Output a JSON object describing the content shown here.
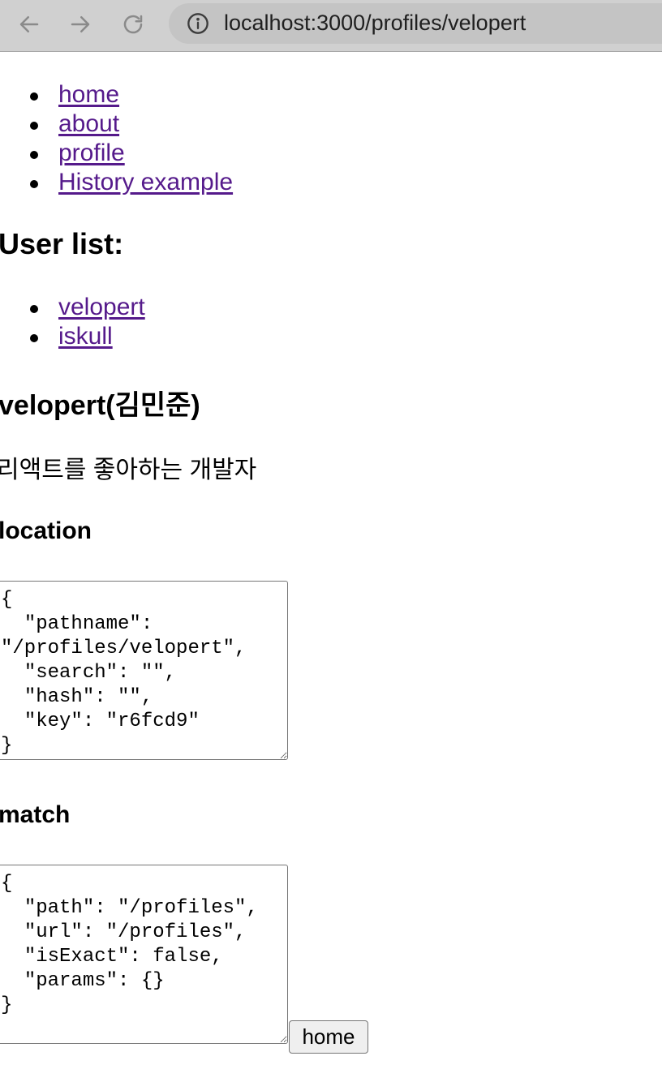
{
  "browser": {
    "url": "localhost:3000/profiles/velopert",
    "icons": {
      "back": "arrow-left-icon",
      "forward": "arrow-right-icon",
      "reload": "reload-icon",
      "info": "info-icon"
    }
  },
  "nav": {
    "items": [
      {
        "label": "home"
      },
      {
        "label": "about"
      },
      {
        "label": "profile"
      },
      {
        "label": "History example"
      }
    ]
  },
  "users": {
    "title": "User list:",
    "items": [
      {
        "label": "velopert"
      },
      {
        "label": "iskull"
      }
    ]
  },
  "profile": {
    "name": "velopert(김민준)",
    "description": "리액트를 좋아하는 개발자"
  },
  "location": {
    "title": "location",
    "json": "{\n  \"pathname\": \"/profiles/velopert\",\n  \"search\": \"\",\n  \"hash\": \"\",\n  \"key\": \"r6fcd9\"\n}"
  },
  "match": {
    "title": "match",
    "json": "{\n  \"path\": \"/profiles\",\n  \"url\": \"/profiles\",\n  \"isExact\": false,\n  \"params\": {}\n}"
  },
  "home_button": {
    "label": "home"
  },
  "colors": {
    "link_visited": "#551a8b",
    "toolbar": "#d0d0d0",
    "url_pill": "#c4c4c4"
  }
}
